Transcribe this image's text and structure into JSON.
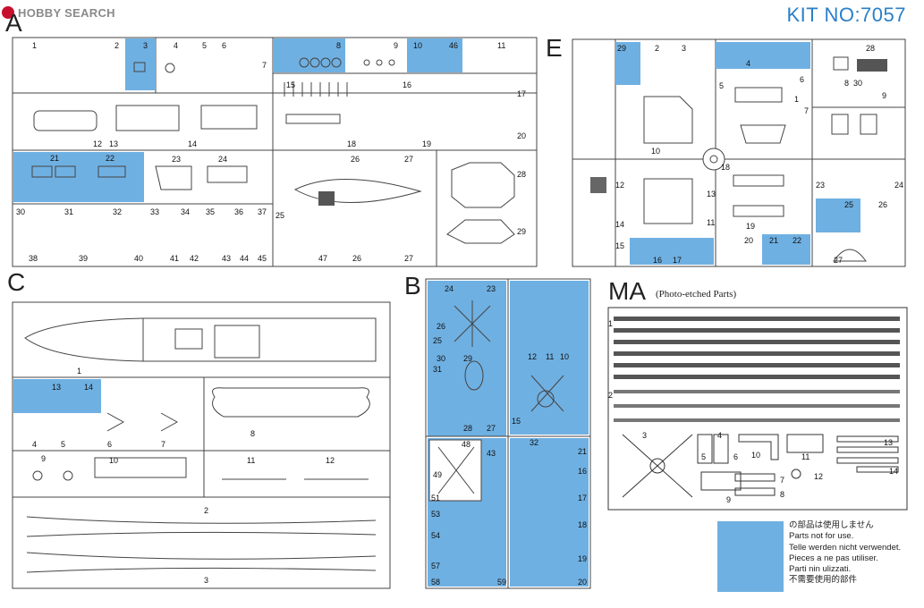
{
  "header": {
    "logo_text": "HOBBY SEARCH",
    "kit_number": "KIT NO:7057"
  },
  "sections": {
    "a": "A",
    "b": "B",
    "c": "C",
    "e": "E",
    "ma": "MA",
    "ma_subtitle": "(Photo-etched Parts)"
  },
  "legend": {
    "color": "#6fb0e2",
    "lines": [
      "の部品は使用しません",
      "Parts not for use.",
      "Telle werden nicht verwendet.",
      "Pieces a ne pas utiliser.",
      "Parti nin ulizzati.",
      "不需要使用的部件"
    ]
  },
  "labels": {
    "a": [
      "1",
      "2",
      "3",
      "4",
      "5",
      "6",
      "7",
      "8",
      "9",
      "10",
      "46",
      "11",
      "15",
      "16",
      "17",
      "12",
      "13",
      "14",
      "18",
      "19",
      "20",
      "26",
      "27",
      "21",
      "22",
      "23",
      "24",
      "28",
      "25",
      "29",
      "30",
      "31",
      "32",
      "33",
      "34",
      "35",
      "36",
      "37",
      "38",
      "39",
      "40",
      "41",
      "42",
      "43",
      "44",
      "45",
      "47",
      "26",
      "27"
    ],
    "e": [
      "29",
      "2",
      "3",
      "4",
      "28",
      "5",
      "6",
      "30",
      "9",
      "7",
      "10",
      "1",
      "8",
      "13",
      "18",
      "24",
      "23",
      "12",
      "26",
      "25",
      "11",
      "19",
      "14",
      "15",
      "16",
      "17",
      "20",
      "21",
      "22",
      "27"
    ],
    "c": [
      "1",
      "13",
      "14",
      "4",
      "5",
      "6",
      "7",
      "8",
      "9",
      "10",
      "11",
      "12",
      "2",
      "3"
    ],
    "b": [
      "24",
      "23",
      "26",
      "25",
      "29",
      "30",
      "31",
      "28",
      "27",
      "12",
      "11",
      "10",
      "15",
      "48",
      "43",
      "32",
      "51",
      "49",
      "53",
      "54",
      "57",
      "58",
      "59",
      "21",
      "20",
      "19",
      "18",
      "17",
      "16"
    ],
    "ma": [
      "1",
      "2",
      "3",
      "4",
      "5",
      "6",
      "7",
      "8",
      "9",
      "10",
      "11",
      "12",
      "13",
      "14"
    ]
  }
}
